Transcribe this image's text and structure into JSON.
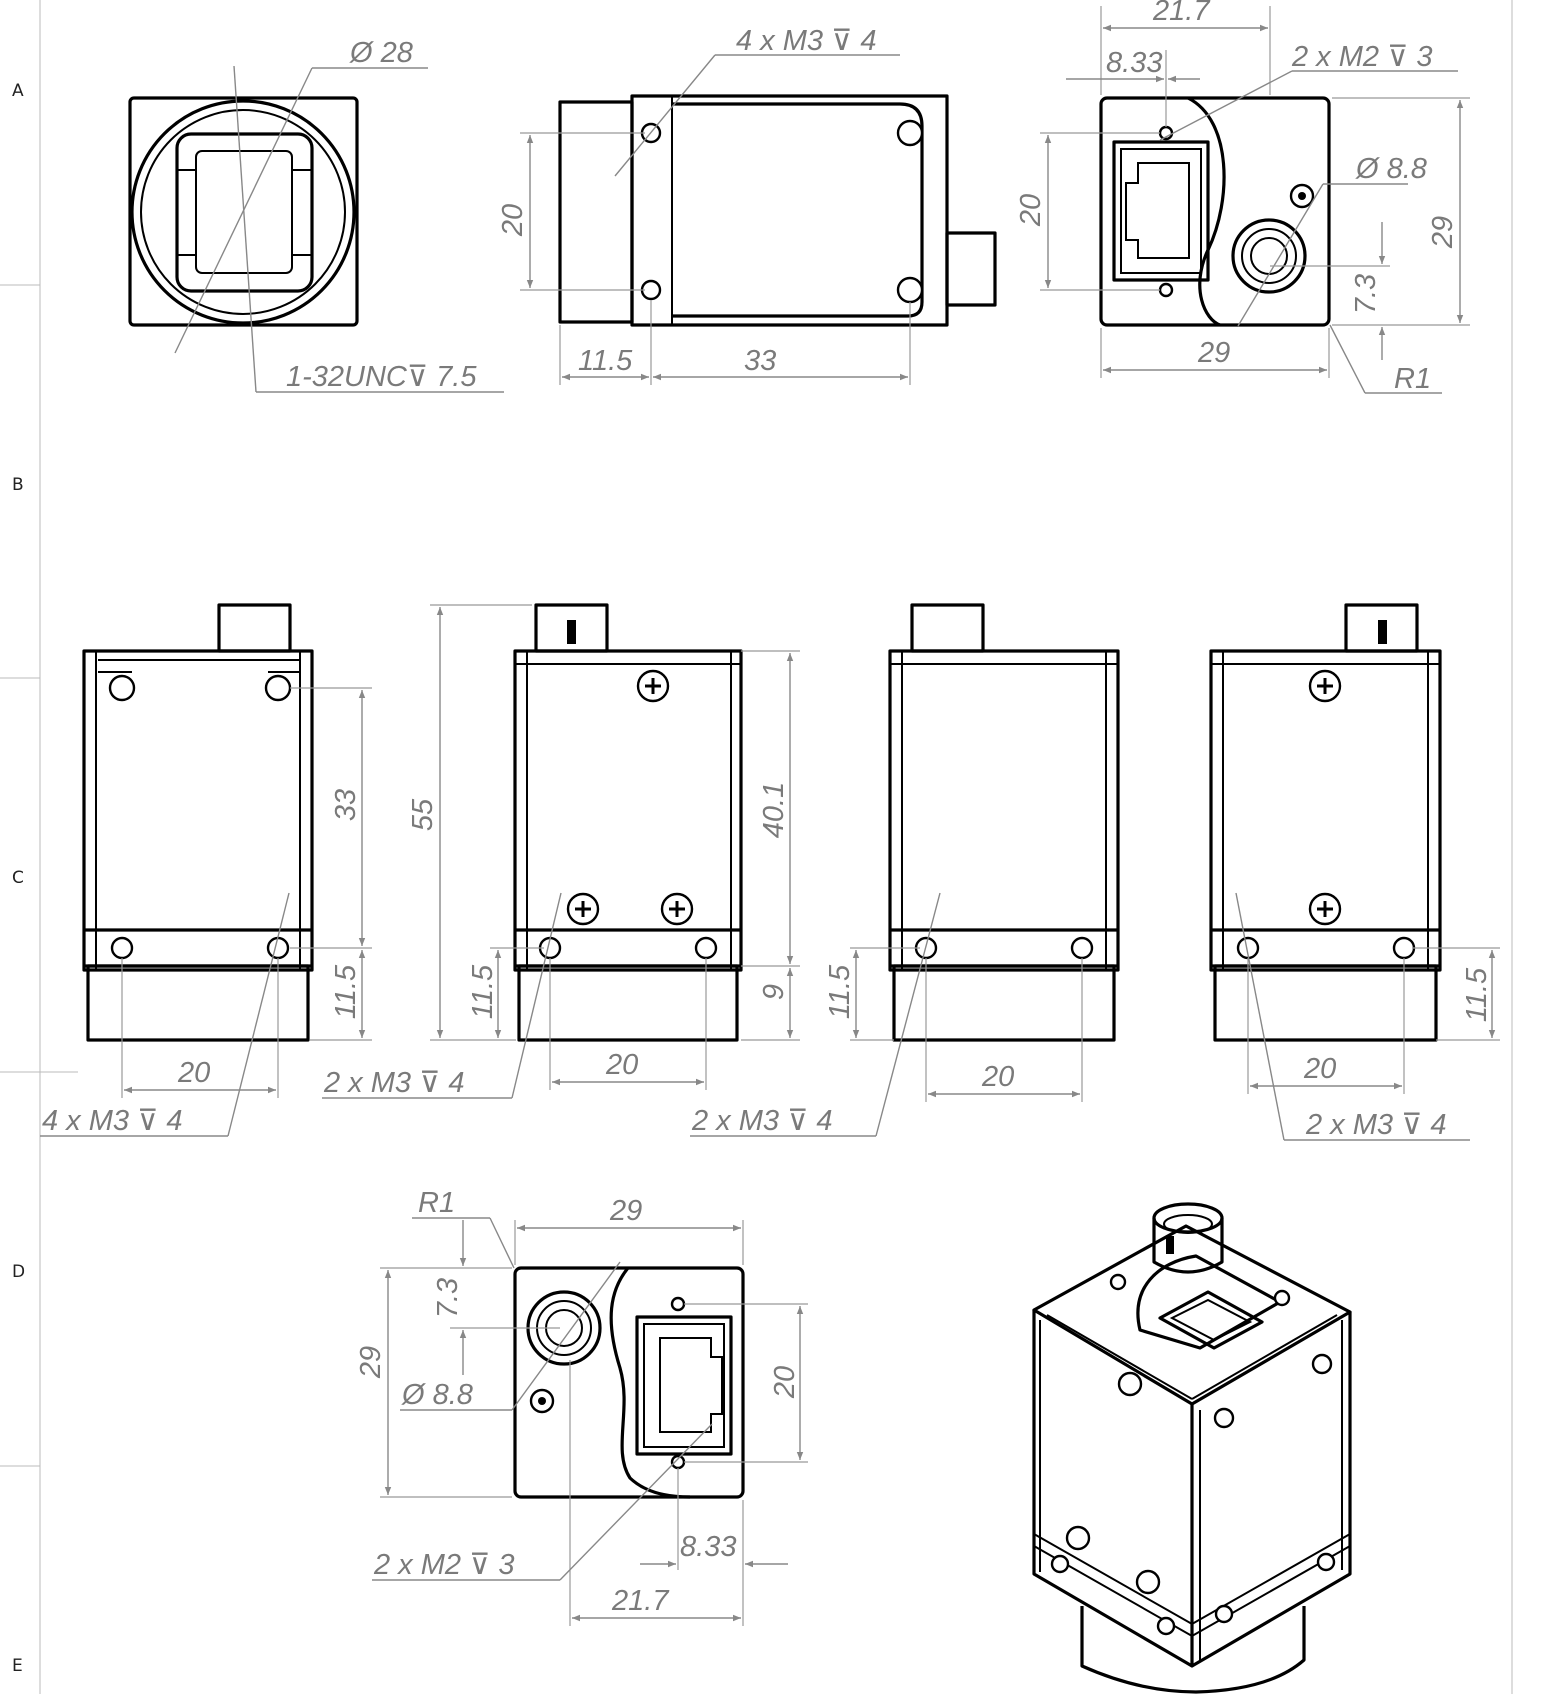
{
  "zones": [
    "A",
    "B",
    "C",
    "D",
    "E"
  ],
  "top_row": {
    "front": {
      "diameter": "Ø 28",
      "thread": "1-32UNC⊽ 7.5"
    },
    "side": {
      "holes": "4 x M3 ⊽  4",
      "height": "20",
      "offset": "11.5",
      "spacing": "33"
    },
    "rear": {
      "width": "21.7",
      "offset": "8.33",
      "holes": "2 x M2 ⊽ 3",
      "connector_dia": "Ø 8.8",
      "height_left": "20",
      "height_right": "29",
      "connector_offset": "7.3",
      "base": "29",
      "radius": "R1"
    }
  },
  "middle_row": {
    "view1": {
      "height": "33",
      "bottom": "11.5",
      "spacing": "20",
      "holes": "4 x M3 ⊽  4"
    },
    "view2": {
      "total": "55",
      "body": "40.1",
      "bottom_left": "11.5",
      "bottom_right": "9",
      "spacing": "20",
      "holes": "2 x M3 ⊽  4"
    },
    "view3": {
      "bottom": "11.5",
      "spacing": "20",
      "holes": "2 x M3 ⊽  4"
    },
    "view4": {
      "bottom": "11.5",
      "spacing": "20",
      "holes": "2 x M3 ⊽  4"
    }
  },
  "bottom_row": {
    "rear": {
      "radius": "R1",
      "width": "29",
      "offset_top": "7.3",
      "height_left": "29",
      "connector_dia": "Ø 8.8",
      "height_right": "20",
      "offset": "8.33",
      "holes": "2 x M2  ⊽ 3",
      "base": "21.7"
    }
  }
}
